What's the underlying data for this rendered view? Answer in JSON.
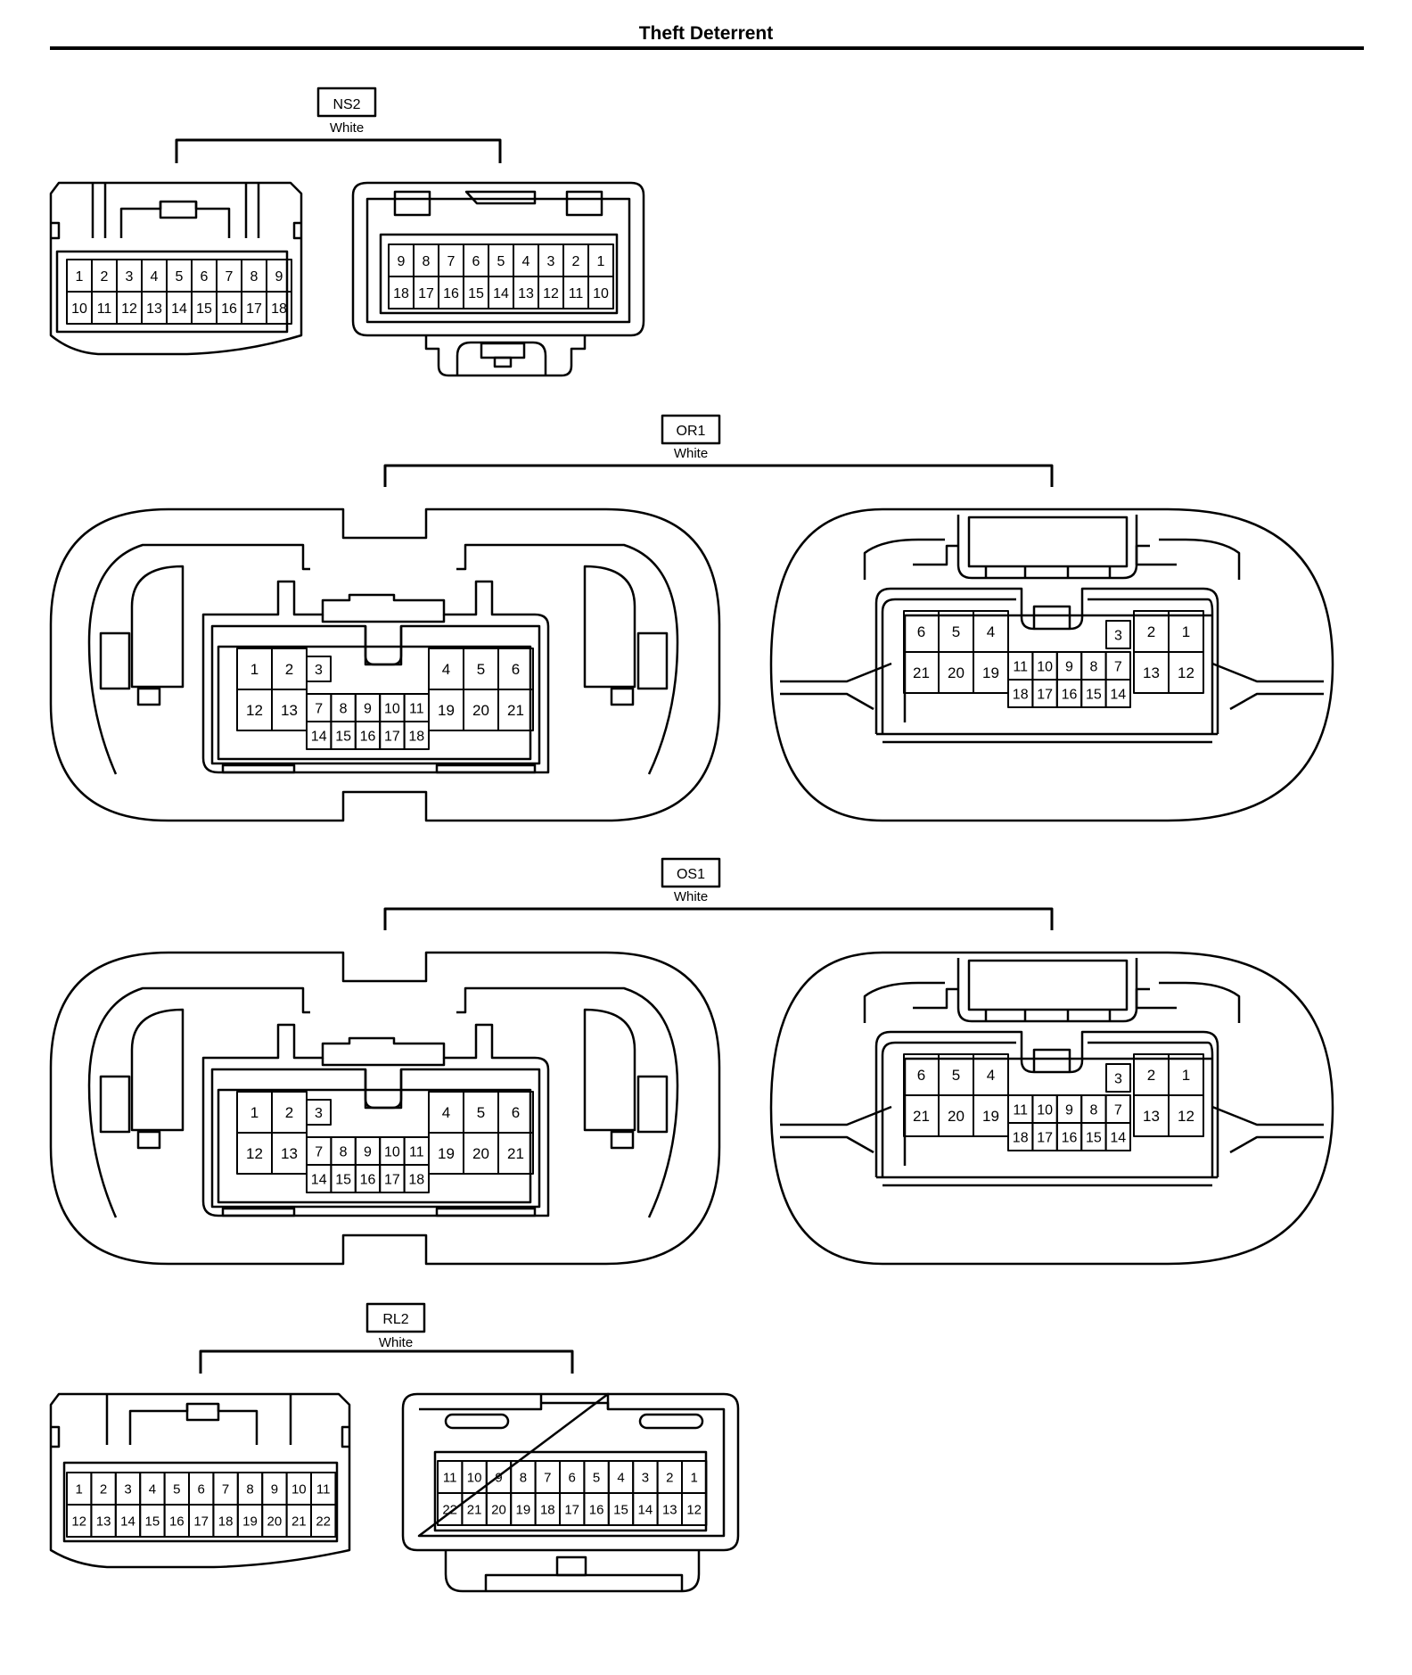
{
  "header": {
    "title": "Theft Deterrent"
  },
  "connectors": [
    {
      "id": "NS2",
      "color": "White",
      "left_rows": [
        [
          "1",
          "2",
          "3",
          "4",
          "5",
          "6",
          "7",
          "8",
          "9"
        ],
        [
          "10",
          "11",
          "12",
          "13",
          "14",
          "15",
          "16",
          "17",
          "18"
        ]
      ],
      "right_rows": [
        [
          "9",
          "8",
          "7",
          "6",
          "5",
          "4",
          "3",
          "2",
          "1"
        ],
        [
          "18",
          "17",
          "16",
          "15",
          "14",
          "13",
          "12",
          "11",
          "10"
        ]
      ]
    },
    {
      "id": "OR1",
      "color": "White",
      "left": {
        "big_top": [
          "1",
          "2",
          "4",
          "5",
          "6"
        ],
        "big_bottom": [
          "12",
          "13",
          "19",
          "20",
          "21"
        ],
        "small_a": [
          "3"
        ],
        "small_b": [
          "7",
          "8",
          "9",
          "10",
          "11"
        ],
        "small_c": [
          "14",
          "15",
          "16",
          "17",
          "18"
        ]
      },
      "right": {
        "big_top": [
          "6",
          "5",
          "4",
          "2",
          "1"
        ],
        "big_bottom": [
          "21",
          "20",
          "19",
          "13",
          "12"
        ],
        "small_a": [
          "3"
        ],
        "small_b": [
          "11",
          "10",
          "9",
          "8",
          "7"
        ],
        "small_c": [
          "18",
          "17",
          "16",
          "15",
          "14"
        ]
      }
    },
    {
      "id": "OS1",
      "color": "White",
      "left": {
        "big_top": [
          "1",
          "2",
          "4",
          "5",
          "6"
        ],
        "big_bottom": [
          "12",
          "13",
          "19",
          "20",
          "21"
        ],
        "small_a": [
          "3"
        ],
        "small_b": [
          "7",
          "8",
          "9",
          "10",
          "11"
        ],
        "small_c": [
          "14",
          "15",
          "16",
          "17",
          "18"
        ]
      },
      "right": {
        "big_top": [
          "6",
          "5",
          "4",
          "2",
          "1"
        ],
        "big_bottom": [
          "21",
          "20",
          "19",
          "13",
          "12"
        ],
        "small_a": [
          "3"
        ],
        "small_b": [
          "11",
          "10",
          "9",
          "8",
          "7"
        ],
        "small_c": [
          "18",
          "17",
          "16",
          "15",
          "14"
        ]
      }
    },
    {
      "id": "RL2",
      "color": "White",
      "left_rows": [
        [
          "1",
          "2",
          "3",
          "4",
          "5",
          "6",
          "7",
          "8",
          "9",
          "10",
          "11"
        ],
        [
          "12",
          "13",
          "14",
          "15",
          "16",
          "17",
          "18",
          "19",
          "20",
          "21",
          "22"
        ]
      ],
      "right_rows": [
        [
          "11",
          "10",
          "9",
          "8",
          "7",
          "6",
          "5",
          "4",
          "3",
          "2",
          "1"
        ],
        [
          "22",
          "21",
          "20",
          "19",
          "18",
          "17",
          "16",
          "15",
          "14",
          "13",
          "12"
        ]
      ]
    }
  ]
}
